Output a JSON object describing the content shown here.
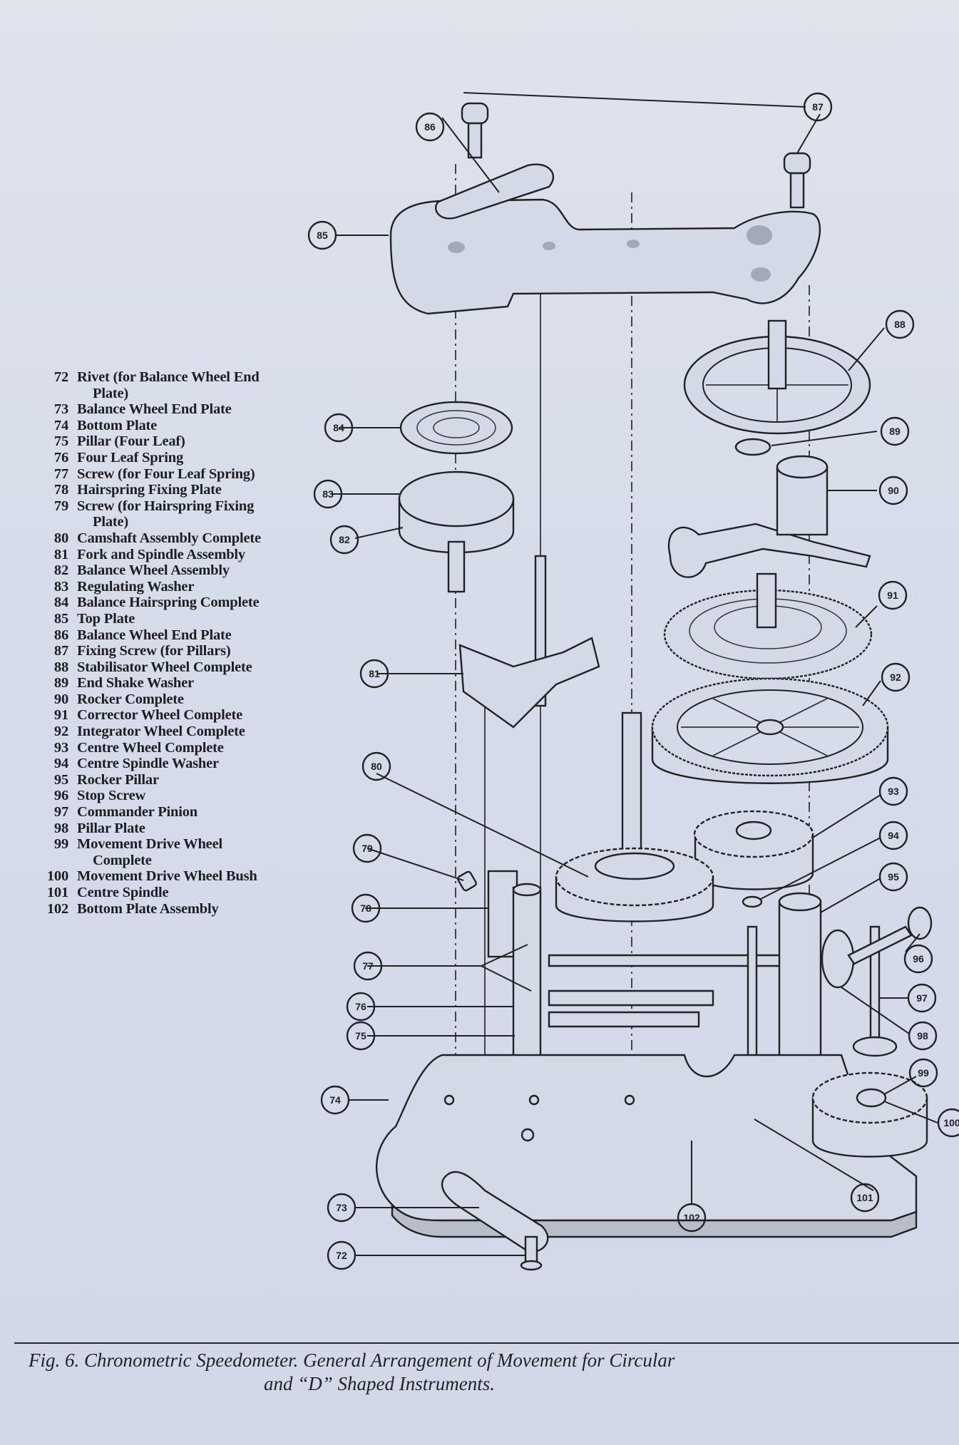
{
  "figure": {
    "caption_line1": "Fig. 6.  Chronometric Speedometer.  General Arrangement of Movement for Circular",
    "caption_line2": "and “D” Shaped Instruments."
  },
  "parts": [
    {
      "num": "72",
      "name": "Rivet (for Balance Wheel End",
      "cont": "Plate)"
    },
    {
      "num": "73",
      "name": "Balance Wheel End Plate"
    },
    {
      "num": "74",
      "name": "Bottom Plate"
    },
    {
      "num": "75",
      "name": "Pillar (Four Leaf)"
    },
    {
      "num": "76",
      "name": "Four Leaf Spring"
    },
    {
      "num": "77",
      "name": "Screw (for Four Leaf Spring)"
    },
    {
      "num": "78",
      "name": "Hairspring Fixing Plate"
    },
    {
      "num": "79",
      "name": "Screw (for Hairspring Fixing",
      "cont": "Plate)"
    },
    {
      "num": "80",
      "name": "Camshaft Assembly Complete"
    },
    {
      "num": "81",
      "name": "Fork and Spindle Assembly"
    },
    {
      "num": "82",
      "name": "Balance Wheel Assembly"
    },
    {
      "num": "83",
      "name": "Regulating Washer"
    },
    {
      "num": "84",
      "name": "Balance Hairspring Complete"
    },
    {
      "num": "85",
      "name": "Top Plate"
    },
    {
      "num": "86",
      "name": "Balance Wheel End Plate"
    },
    {
      "num": "87",
      "name": "Fixing Screw (for Pillars)"
    },
    {
      "num": "88",
      "name": "Stabilisator Wheel Complete"
    },
    {
      "num": "89",
      "name": "End Shake Washer"
    },
    {
      "num": "90",
      "name": "Rocker Complete"
    },
    {
      "num": "91",
      "name": "Corrector Wheel Complete"
    },
    {
      "num": "92",
      "name": "Integrator Wheel Complete"
    },
    {
      "num": "93",
      "name": "Centre Wheel Complete"
    },
    {
      "num": "94",
      "name": "Centre Spindle Washer"
    },
    {
      "num": "95",
      "name": "Rocker Pillar"
    },
    {
      "num": "96",
      "name": "Stop Screw"
    },
    {
      "num": "97",
      "name": "Commander Pinion"
    },
    {
      "num": "98",
      "name": "Pillar Plate"
    },
    {
      "num": "99",
      "name": "Movement Drive Wheel",
      "cont": "Complete"
    },
    {
      "num": "100",
      "name": "Movement Drive Wheel Bush"
    },
    {
      "num": "101",
      "name": "Centre Spindle"
    },
    {
      "num": "102",
      "name": "Bottom Plate Assembly"
    }
  ],
  "callouts": [
    "72",
    "73",
    "74",
    "75",
    "76",
    "77",
    "78",
    "79",
    "80",
    "81",
    "82",
    "83",
    "84",
    "85",
    "86",
    "87",
    "88",
    "89",
    "90",
    "91",
    "92",
    "93",
    "94",
    "95",
    "96",
    "97",
    "98",
    "99",
    "100",
    "101",
    "102"
  ]
}
